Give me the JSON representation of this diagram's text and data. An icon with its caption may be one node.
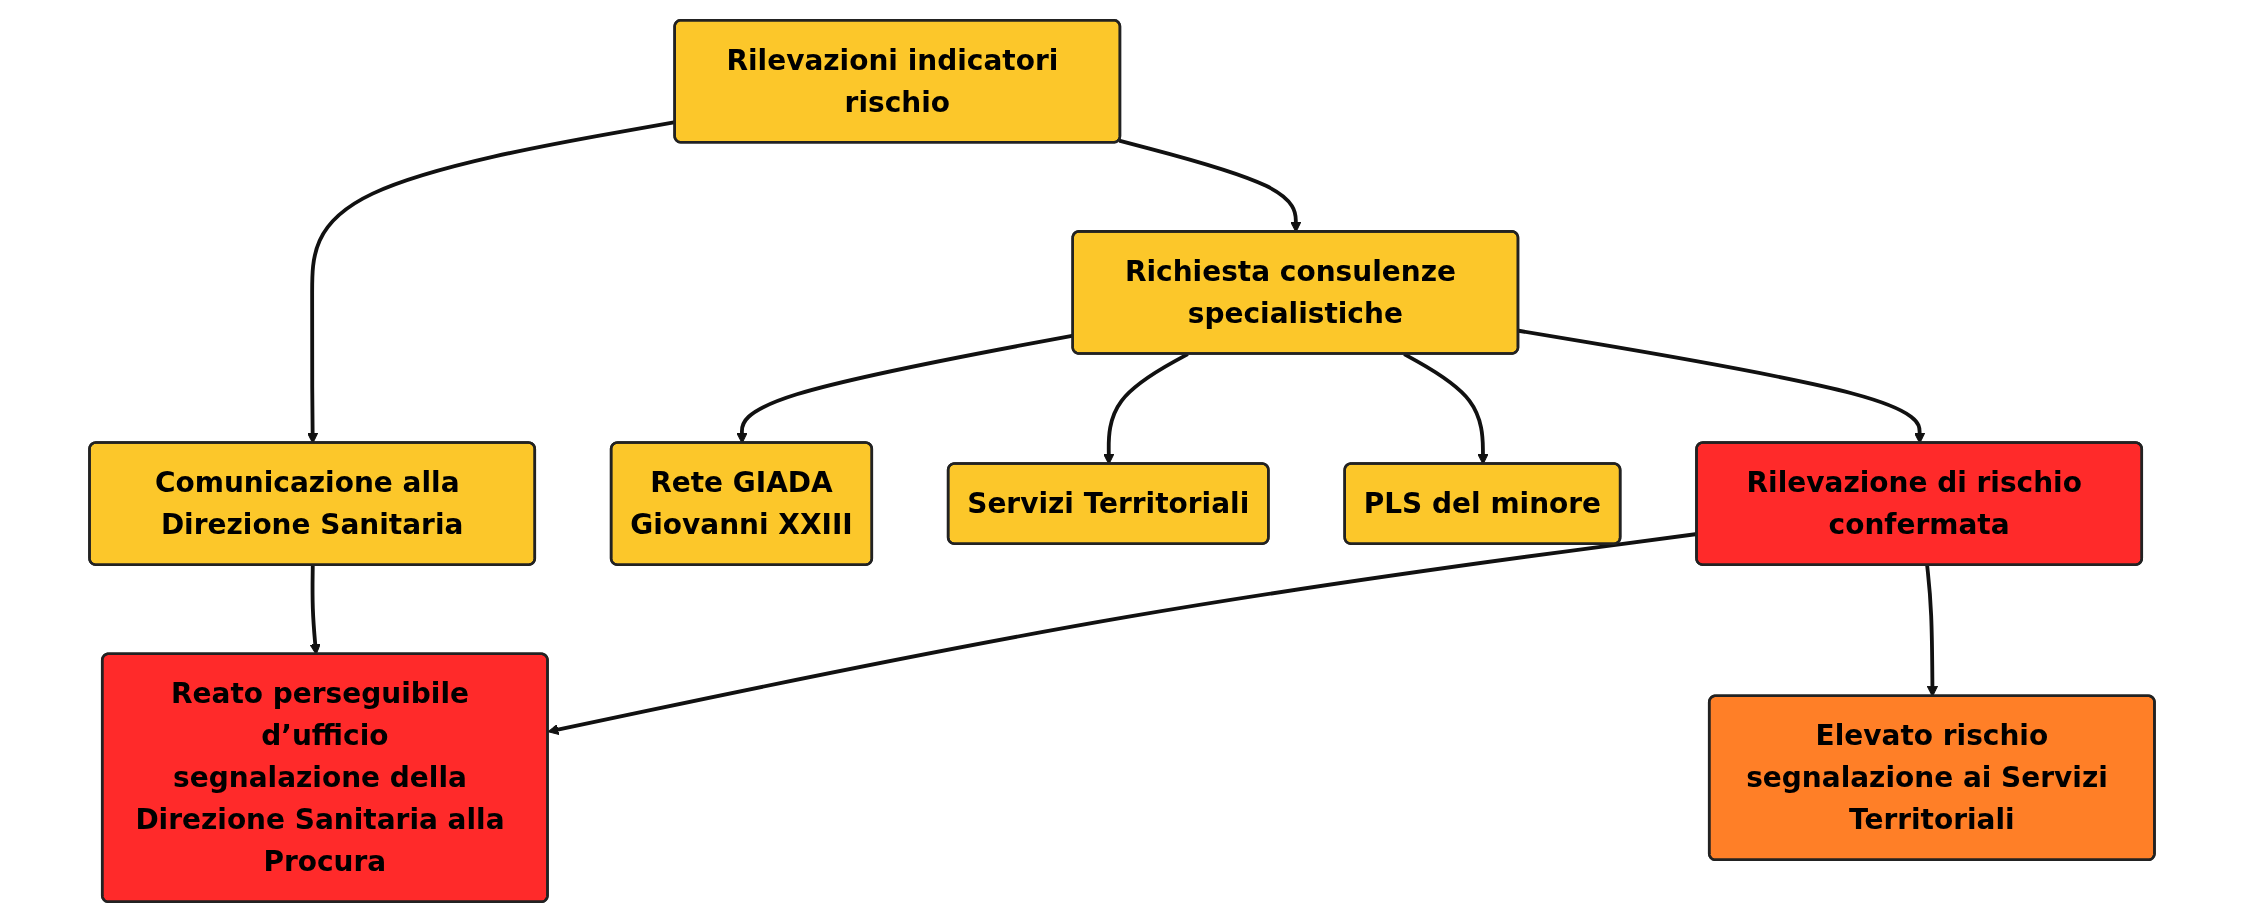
{
  "diagram": {
    "nodes": [
      {
        "text": [
          "Rilevazioni indicatori rischio"
        ]
      },
      {
        "text": [
          "Comunicazione alla Direzione Sanitaria"
        ]
      },
      {
        "text": [
          "Richiesta consulenze specialistiche"
        ]
      },
      {
        "text": [
          "Rete GIADA",
          "Giovanni XXIII"
        ]
      },
      {
        "text": [
          "Servizi Territoriali"
        ]
      },
      {
        "text": [
          "PLS del minore"
        ]
      },
      {
        "text": [
          "Rilevazione di rischio confermata"
        ]
      },
      {
        "text": [
          "Reato perseguibile d’ufficio",
          "segnalazione della Direzione Sanitaria alla Procura"
        ]
      },
      {
        "text": [
          "Elevato rischio",
          "segnalazione ai Servizi Territoriali"
        ]
      }
    ],
    "edges": [
      {
        "from": 0,
        "to": 1,
        "arrow": "to"
      },
      {
        "from": 0,
        "to": 2,
        "arrow": "to"
      },
      {
        "from": 2,
        "to": 3,
        "arrow": "to"
      },
      {
        "from": 2,
        "to": 4,
        "arrow": "to"
      },
      {
        "from": 2,
        "to": 5,
        "arrow": "to"
      },
      {
        "from": 2,
        "to": 6,
        "arrow": "to"
      },
      {
        "from": 6,
        "to": 7,
        "arrow": "to"
      },
      {
        "from": 6,
        "to": 8,
        "arrow": "to"
      },
      {
        "from": 1,
        "to": 7,
        "arrow": "to"
      }
    ]
  }
}
